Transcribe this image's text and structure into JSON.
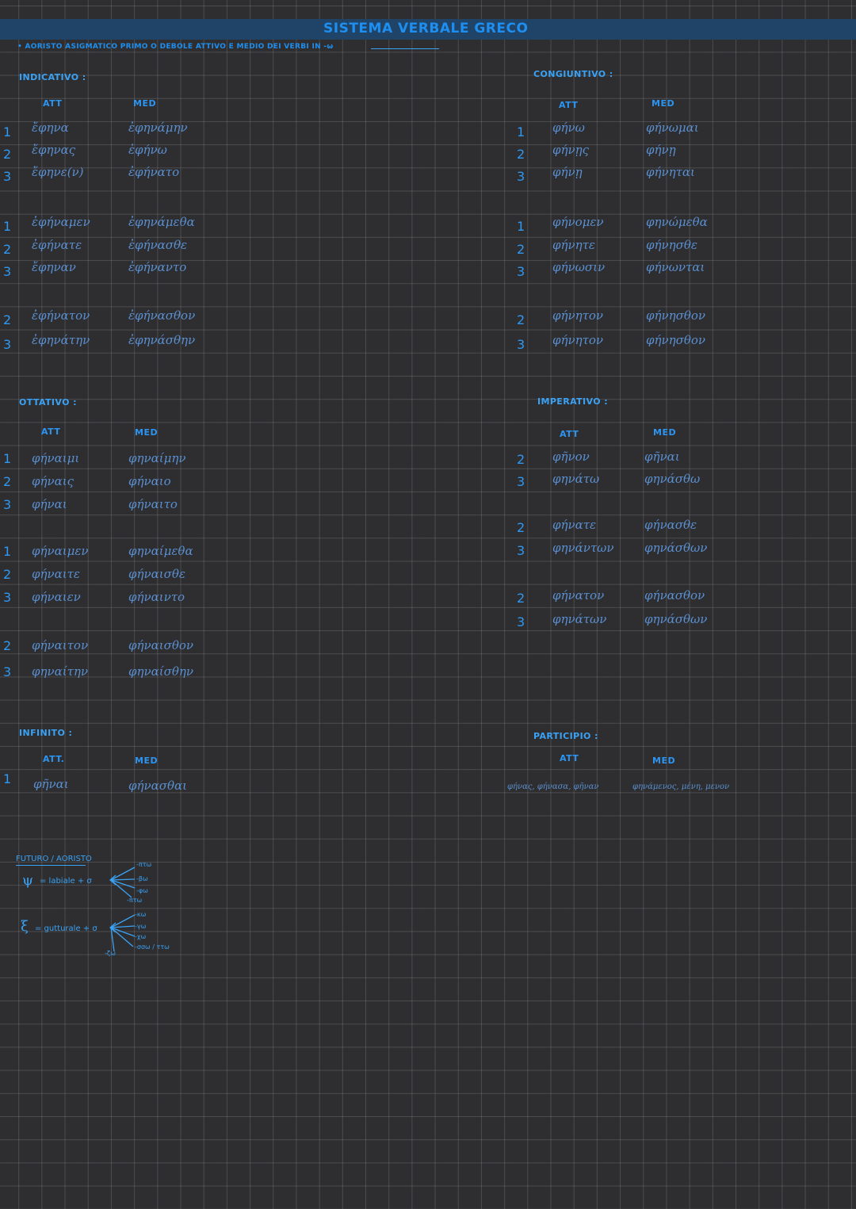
{
  "title": "SISTEMA VERBALE GRECO",
  "subtitle": "• AORISTO ASIGMATICO PRIMO O DEBOLE ATTIVO E MEDIO DEI VERBI IN -ω",
  "indicativo": {
    "label": "INDICATIVO :",
    "att_label": "ATT",
    "med_label": "MED",
    "nums": [
      "1",
      "2",
      "3",
      "1",
      "2",
      "3",
      "2",
      "3"
    ],
    "att": [
      "ἔφηνα",
      "ἔφηνας",
      "ἔφηνε(ν)",
      "ἐφήναμεν",
      "ἐφήνατε",
      "ἔφηναν",
      "ἐφήνατον",
      "ἐφηνάτην"
    ],
    "med": [
      "ἐφηνάμην",
      "ἐφήνω",
      "ἐφήνατο",
      "ἐφηνάμεθα",
      "ἐφήνασθε",
      "ἐφήναντο",
      "ἐφήνασθον",
      "ἐφηνάσθην"
    ]
  },
  "congiuntivo": {
    "label": "CONGIUNTIVO :",
    "att_label": "ATT",
    "med_label": "MED",
    "nums": [
      "1",
      "2",
      "3",
      "1",
      "2",
      "3",
      "2",
      "3"
    ],
    "att": [
      "φήνω",
      "φήνῃς",
      "φήνῃ",
      "φήνομεν",
      "φήνητε",
      "φήνωσιν",
      "φήνητον",
      "φήνητον"
    ],
    "med": [
      "φήνωμαι",
      "φήνῃ",
      "φήνηται",
      "φηνώμεθα",
      "φήνησθε",
      "φήνωνται",
      "φήνησθον",
      "φήνησθον"
    ]
  },
  "ottativo": {
    "label": "OTTATIVO :",
    "att_label": "ATT",
    "med_label": "MED",
    "nums": [
      "1",
      "2",
      "3",
      "1",
      "2",
      "3",
      "2",
      "3"
    ],
    "att": [
      "φήναιμι",
      "φήναις",
      "φήναι",
      "φήναιμεν",
      "φήναιτε",
      "φήναιεν",
      "φήναιτον",
      "φηναίτην"
    ],
    "med": [
      "φηναίμην",
      "φήναιο",
      "φήναιτο",
      "φηναίμεθα",
      "φήναισθε",
      "φήναιντο",
      "φήναισθον",
      "φηναίσθην"
    ]
  },
  "imperativo": {
    "label": "IMPERATIVO :",
    "att_label": "ATT",
    "med_label": "MED",
    "nums": [
      "2",
      "3",
      "2",
      "3",
      "2",
      "3"
    ],
    "att": [
      "φῆνον",
      "φηνάτω",
      "φήνατε",
      "φηνάντων",
      "φήνατον",
      "φηνάτων"
    ],
    "med": [
      "φῆναι",
      "φηνάσθω",
      "φήνασθε",
      "φηνάσθων",
      "φήνασθον",
      "φηνάσθων"
    ]
  },
  "infinito": {
    "label": "INFINITO :",
    "att_label": "ATT.",
    "med_label": "MED",
    "num": "1",
    "att": "φῆναι",
    "med": "φήνασθαι"
  },
  "participio": {
    "label": "PARTICIPIO :",
    "att_label": "ATT",
    "med_label": "MED",
    "att": "φήνας, φήνασα, φῆναν",
    "med": "φηνάμενος, μένη, μενον"
  },
  "futuro_aoristo": {
    "label": "FUTURO / AORISTO",
    "psi": {
      "symbol": "ψ",
      "text": "= labiale + σ",
      "endings": [
        "-πτω",
        "-βω",
        "-φω",
        "-πτω"
      ]
    },
    "xi": {
      "symbol": "ξ",
      "text": "= gutturale + σ",
      "endings": [
        "-κω",
        "-γω",
        "-χω",
        "-σσω / ττω",
        "-ζω"
      ]
    }
  },
  "colors": {
    "background": "#2e2e30",
    "grid": "#8c8c91",
    "accent": "#1e8ff0",
    "banner": "#1f4468"
  }
}
